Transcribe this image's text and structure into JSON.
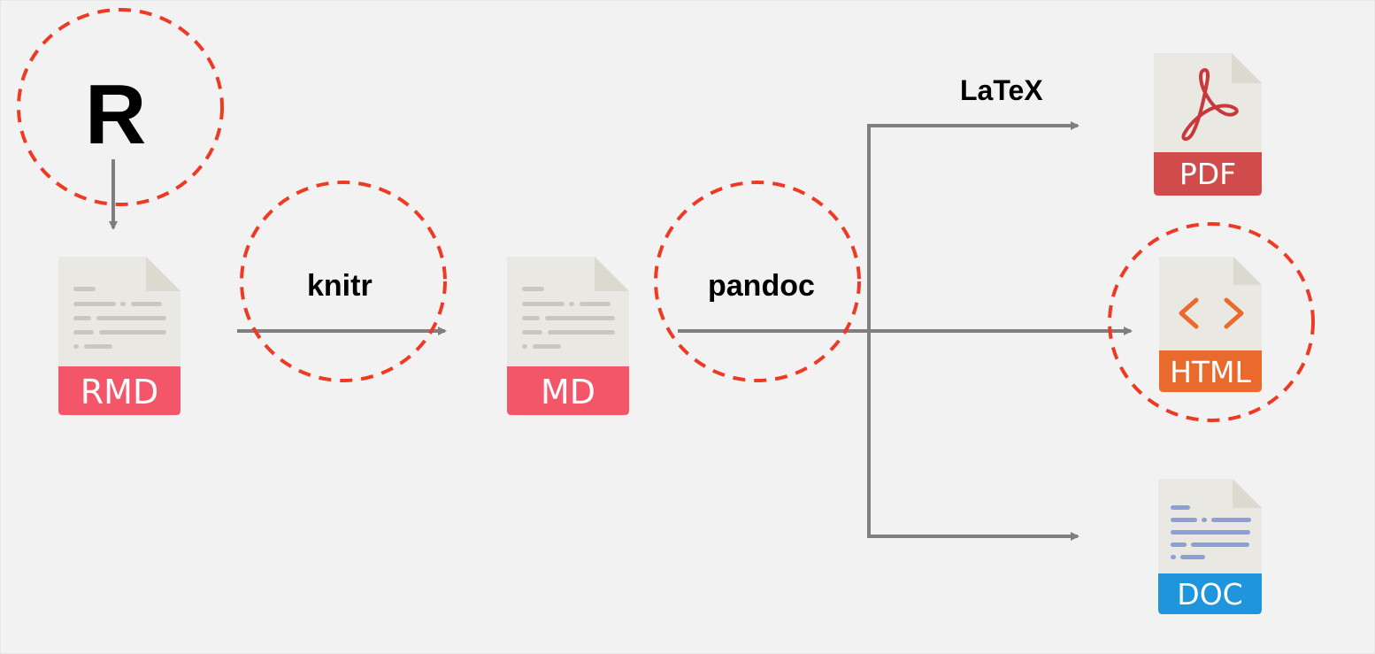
{
  "diagram": {
    "source_symbol": "R",
    "steps": {
      "knitr": "knitr",
      "pandoc": "pandoc",
      "latex": "LaTeX"
    },
    "files": {
      "rmd": "RMD",
      "md": "MD",
      "pdf": "PDF",
      "html": "HTML",
      "doc": "DOC"
    },
    "colors": {
      "background": "#f2f2f2",
      "arrow": "#7f7f7f",
      "highlight_circle": "#ee3a23",
      "doc_page": "#eae8e2",
      "doc_fold": "#dcd9d0",
      "doc_text_lines": "#cdc6bf",
      "rmd_band": "#f35669",
      "md_band": "#f35669",
      "pdf_band": "#d04b4c",
      "pdf_icon": "#c8393b",
      "html_band": "#ea6a2d",
      "html_icon": "#ea6a2d",
      "doc_band": "#1e95dc",
      "doc_lines": "#8d9fd6"
    },
    "icons": [
      "acrobat-pdf-icon",
      "code-brackets-icon",
      "text-lines-icon"
    ]
  }
}
